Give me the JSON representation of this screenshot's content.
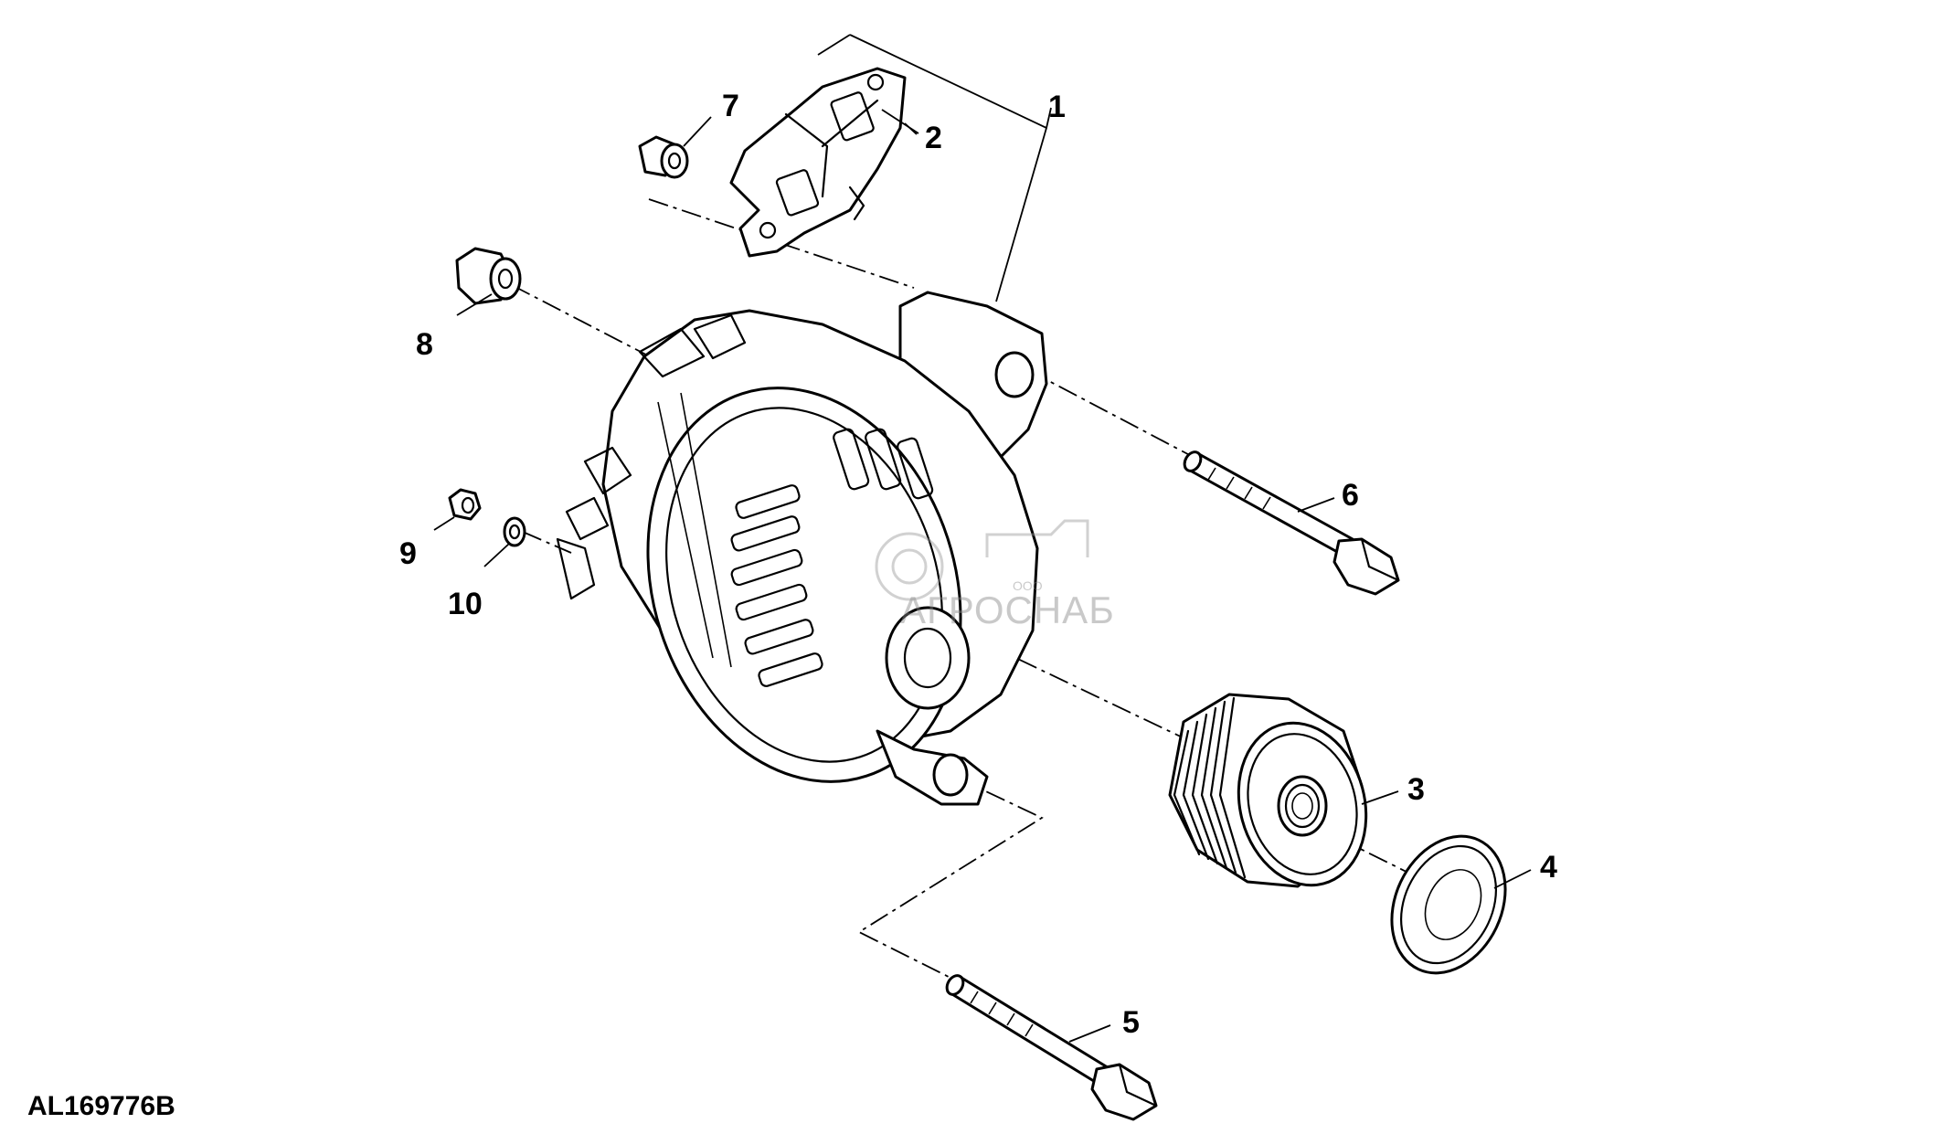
{
  "callouts": {
    "c1": "1",
    "c2": "2",
    "c3": "3",
    "c4": "4",
    "c5": "5",
    "c6": "6",
    "c7": "7",
    "c8": "8",
    "c9": "9",
    "c10": "10"
  },
  "reference_code": "AL169776B",
  "watermark": {
    "text": "АГРОСНАБ",
    "small_text": "ООО"
  }
}
